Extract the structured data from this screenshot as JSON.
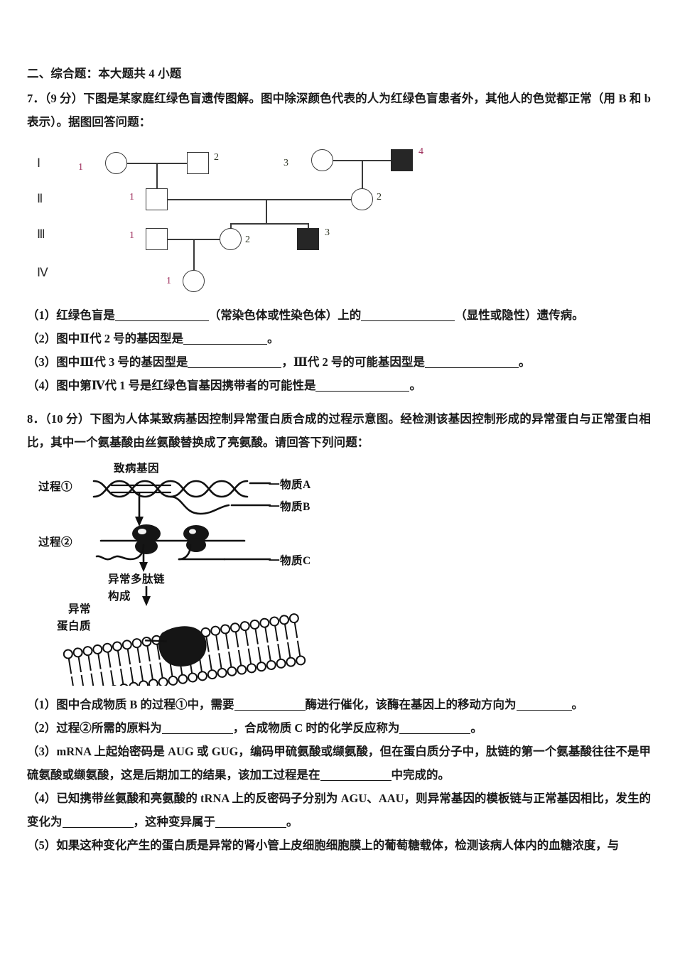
{
  "page": {
    "section_heading": "二、综合题：本大题共 4 小题"
  },
  "question7": {
    "number": "7．",
    "score": "（9 分）",
    "stem_part1": "下图是某家庭红绿色盲遗传图解。图中除深颜色代表的人为红绿色盲患者外，其他人的色觉都正常（用 B 和 b 表示）。据图回答问题：",
    "pedigree": {
      "generation_labels": [
        "Ⅰ",
        "Ⅱ",
        "Ⅲ",
        "Ⅳ"
      ],
      "colors": {
        "individual_number_pink": "#a0335f",
        "individual_number_dark": "#2f3524",
        "symbol_stroke": "#3a3a3a",
        "affected_fill": "#262626"
      },
      "individuals": [
        {
          "id": "I-1",
          "label": "1",
          "shape": "circle",
          "affected": false,
          "number_color": "pink"
        },
        {
          "id": "I-2",
          "label": "2",
          "shape": "square",
          "affected": false,
          "number_color": "dark"
        },
        {
          "id": "I-3",
          "label": "3",
          "shape": "circle",
          "affected": false,
          "number_color": "dark"
        },
        {
          "id": "I-4",
          "label": "4",
          "shape": "square",
          "affected": true,
          "number_color": "pink"
        },
        {
          "id": "II-1",
          "label": "1",
          "shape": "square",
          "affected": false,
          "number_color": "pink"
        },
        {
          "id": "II-2",
          "label": "2",
          "shape": "circle",
          "affected": false,
          "number_color": "dark"
        },
        {
          "id": "III-1",
          "label": "1",
          "shape": "square",
          "affected": false,
          "number_color": "pink"
        },
        {
          "id": "III-2",
          "label": "2",
          "shape": "circle",
          "affected": false,
          "number_color": "dark"
        },
        {
          "id": "III-3",
          "label": "3",
          "shape": "square",
          "affected": true,
          "number_color": "dark"
        },
        {
          "id": "IV-1",
          "label": "1",
          "shape": "circle",
          "affected": false,
          "number_color": "pink"
        }
      ]
    },
    "sub_questions": {
      "q1_a": "（1）红绿色盲是",
      "q1_b": "（常染色体或性染色体）上的",
      "q1_c": "（显性或隐性）遗传病。",
      "q2_a": "（2）图中Ⅱ代 2 号的基因型是",
      "q2_b": "。",
      "q3_a": "（3）图中Ⅲ代 3 号的基因型是",
      "q3_b": "，Ⅲ代 2 号的可能基因型是",
      "q3_c": "。",
      "q4_a": "（4）图中第Ⅳ代 1 号是红绿色盲基因携带者的可能性是",
      "q4_b": "。"
    }
  },
  "question8": {
    "number": "8．",
    "score": "（10 分）",
    "stem": "下图为人体某致病基因控制异常蛋白质合成的过程示意图。经检测该基因控制形成的异常蛋白与正常蛋白相比，其中一个氨基酸由丝氨酸替换成了亮氨酸。请回答下列问题：",
    "diagram": {
      "labels": {
        "gene": "致病基因",
        "process1": "过程①",
        "process2": "过程②",
        "substance_a": "一物质A",
        "substance_b": "一物质B",
        "substance_c": "一物质C",
        "abnormal_peptide": "异常多肽链",
        "constitute": "构成",
        "abnormal_protein_line1": "异常",
        "abnormal_protein_line2": "蛋白质"
      }
    },
    "sub_questions": {
      "q1_a": "（1）图中合成物质 B 的过程①中，需要",
      "q1_b": "酶进行催化，该酶在基因上的移动方向为",
      "q1_c": "。",
      "q2_a": "（2）过程②所需的原料为",
      "q2_b": "，合成物质 C 时的化学反应称为",
      "q2_c": "。",
      "q3_a": "（3）mRNA 上起始密码是 AUG 或 GUG，编码甲硫氨酸或缬氨酸，但在蛋白质分子中，肽链的第一个氨基酸往往不是甲硫氨酸或缬氨酸，这是后期加工的结果，该加工过程是在",
      "q3_b": "中完成的。",
      "q4_a": "（4）已知携带丝氨酸和亮氨酸的 tRNA 上的反密码子分别为 AGU、AAU，则异常基因的模板链与正常基因相比，发生的变化为",
      "q4_b": "，这种变异属于",
      "q4_c": "。",
      "q5": "（5）如果这种变化产生的蛋白质是异常的肾小管上皮细胞细胞膜上的葡萄糖载体，检测该病人体内的血糖浓度，与"
    }
  }
}
